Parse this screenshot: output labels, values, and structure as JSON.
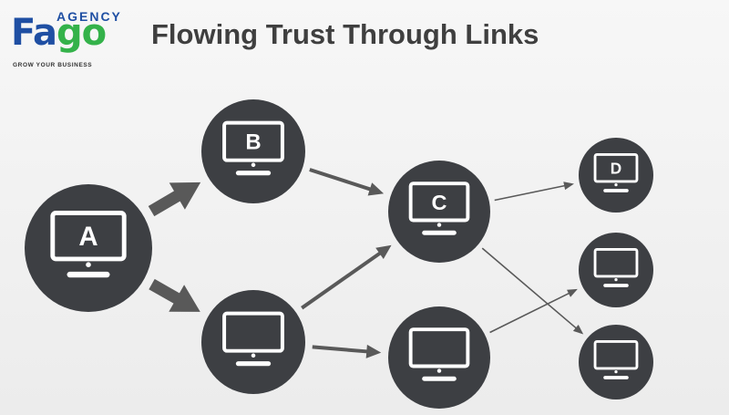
{
  "logo": {
    "agency": "AGENCY",
    "word_f": "F",
    "word_a": "a",
    "word_g": "g",
    "word_o": "o",
    "tagline": "GROW YOUR BUSINESS"
  },
  "title": "Flowing Trust Through Links",
  "colors": {
    "node": "#3d3f43",
    "screen": "#ffffff",
    "arrow": "#595959",
    "brand_blue": "#1f4fa3",
    "brand_green": "#34b24a",
    "title": "#3f3f3f"
  },
  "nodes": [
    {
      "id": "A",
      "label": "A"
    },
    {
      "id": "B",
      "label": "B"
    },
    {
      "id": "B2",
      "label": ""
    },
    {
      "id": "C",
      "label": "C"
    },
    {
      "id": "C2",
      "label": ""
    },
    {
      "id": "D",
      "label": "D"
    },
    {
      "id": "E",
      "label": ""
    },
    {
      "id": "F",
      "label": ""
    }
  ],
  "edges": [
    {
      "from": "A",
      "to": "B",
      "weight": "thick"
    },
    {
      "from": "A",
      "to": "B2",
      "weight": "thick"
    },
    {
      "from": "B",
      "to": "C",
      "weight": "medium"
    },
    {
      "from": "B2",
      "to": "C",
      "weight": "medium"
    },
    {
      "from": "B2",
      "to": "C2",
      "weight": "medium"
    },
    {
      "from": "C",
      "to": "D",
      "weight": "thin"
    },
    {
      "from": "C",
      "to": "F",
      "weight": "thin"
    },
    {
      "from": "C2",
      "to": "E",
      "weight": "thin"
    }
  ]
}
